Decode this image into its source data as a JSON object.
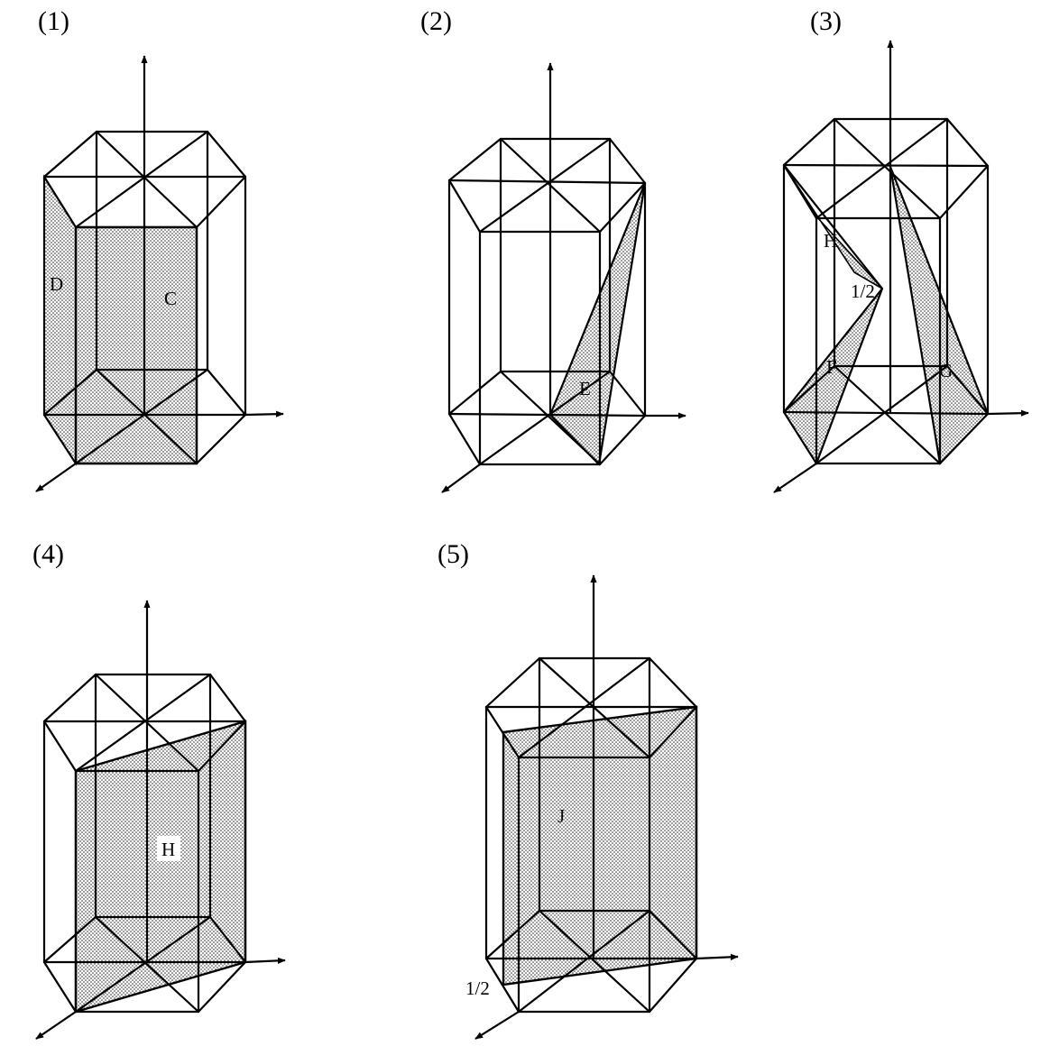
{
  "panels": [
    {
      "id": "p1",
      "title": "(1)",
      "labels": [
        "D",
        "C"
      ]
    },
    {
      "id": "p2",
      "title": "(2)",
      "labels": [
        "E"
      ]
    },
    {
      "id": "p3",
      "title": "(3)",
      "labels": [
        "H",
        "1/2",
        "F",
        "G"
      ]
    },
    {
      "id": "p4",
      "title": "(4)",
      "labels": [
        "H"
      ]
    },
    {
      "id": "p5",
      "title": "(5)",
      "labels": [
        "J",
        "1/2"
      ]
    }
  ],
  "colors": {
    "line": "#000000",
    "shading": "dotted-grey",
    "background": "#ffffff"
  }
}
